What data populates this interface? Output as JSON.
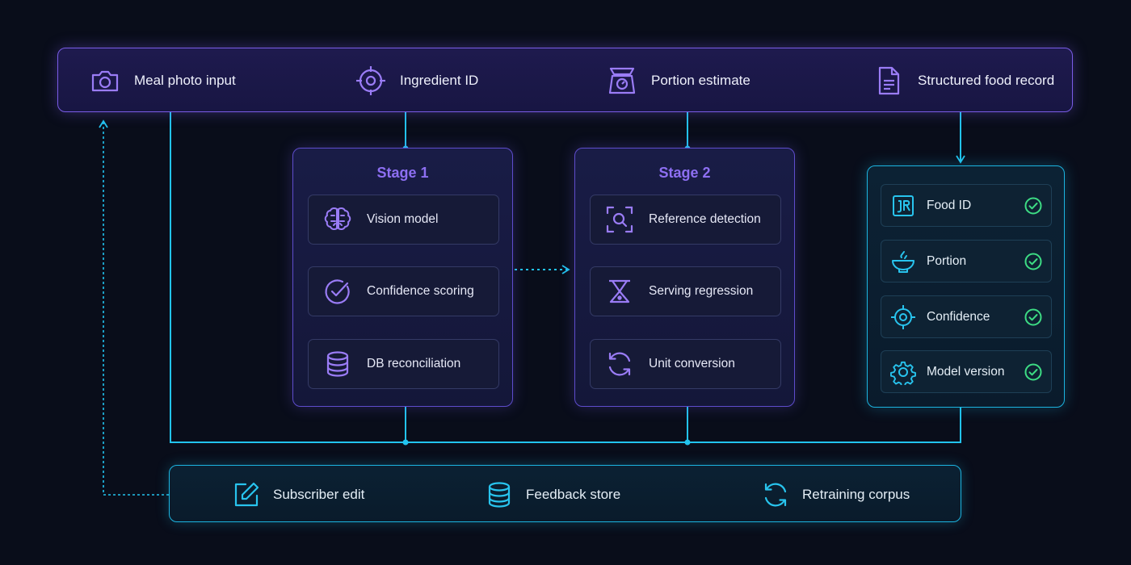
{
  "pipeline": {
    "steps": [
      {
        "label": "Meal photo input",
        "icon": "camera-icon"
      },
      {
        "label": "Ingredient ID",
        "icon": "crosshair-icon"
      },
      {
        "label": "Portion estimate",
        "icon": "kitchen-scale-icon"
      },
      {
        "label": "Structured food record",
        "icon": "document-icon"
      }
    ]
  },
  "stage1": {
    "title": "Stage 1",
    "items": [
      {
        "label": "Vision model",
        "icon": "brain-icon"
      },
      {
        "label": "Confidence scoring",
        "icon": "check-gauge-icon"
      },
      {
        "label": "DB reconciliation",
        "icon": "database-icon"
      }
    ]
  },
  "stage2": {
    "title": "Stage 2",
    "items": [
      {
        "label": "Reference detection",
        "icon": "scan-search-icon"
      },
      {
        "label": "Serving regression",
        "icon": "scale-icon"
      },
      {
        "label": "Unit conversion",
        "icon": "refresh-icon"
      }
    ]
  },
  "record": {
    "fields": [
      {
        "label": "Food ID",
        "icon": "id-badge-icon",
        "status": "check-circle-icon"
      },
      {
        "label": "Portion",
        "icon": "bowl-icon",
        "status": "check-circle-icon"
      },
      {
        "label": "Confidence",
        "icon": "crosshair-icon",
        "status": "check-circle-icon"
      },
      {
        "label": "Model version",
        "icon": "gear-icon",
        "status": "check-circle-icon"
      }
    ]
  },
  "feedback": {
    "steps": [
      {
        "label": "Subscriber edit",
        "icon": "edit-icon"
      },
      {
        "label": "Feedback store",
        "icon": "database-icon"
      },
      {
        "label": "Retraining corpus",
        "icon": "refresh-icon"
      }
    ]
  },
  "colors": {
    "background": "#090d1a",
    "purple_accent": "#8d6ff2",
    "cyan_accent": "#22c3ee",
    "check_green": "#3ddc84"
  }
}
